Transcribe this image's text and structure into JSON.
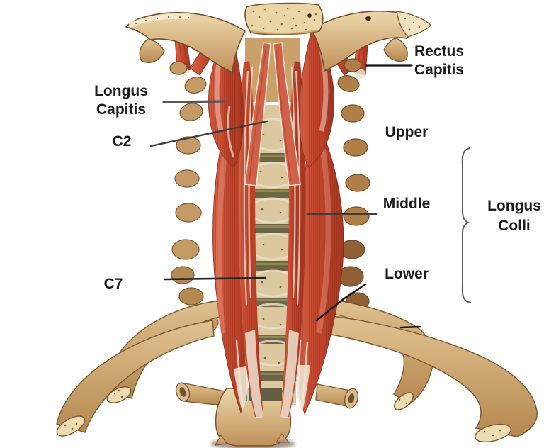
{
  "title": "Cervical prevertebral muscles diagram",
  "labels": {
    "rectus_capitis": "Rectus\nCapitis",
    "longus_capitis": "Longus\nCapitis",
    "c2": "C2",
    "upper": "Upper",
    "middle": "Middle",
    "lower": "Lower",
    "c7": "C7",
    "longus_colli": "Longus\nColli"
  },
  "colors": {
    "background": "#ffffff",
    "label_text": "#1b1b1b",
    "pointer_black": "#141414",
    "pointer_gray": "#585858",
    "brace": "#5a5a5a",
    "bone": "#c79a63",
    "bone_light": "#ead5a6",
    "bone_dark": "#6d4a28",
    "muscle": "#c2452c",
    "muscle_dark": "#9a2f1d",
    "muscle_highlight": "#e8937d",
    "tendon_white": "#ece2d0",
    "disc_olive": "#6e6547"
  }
}
